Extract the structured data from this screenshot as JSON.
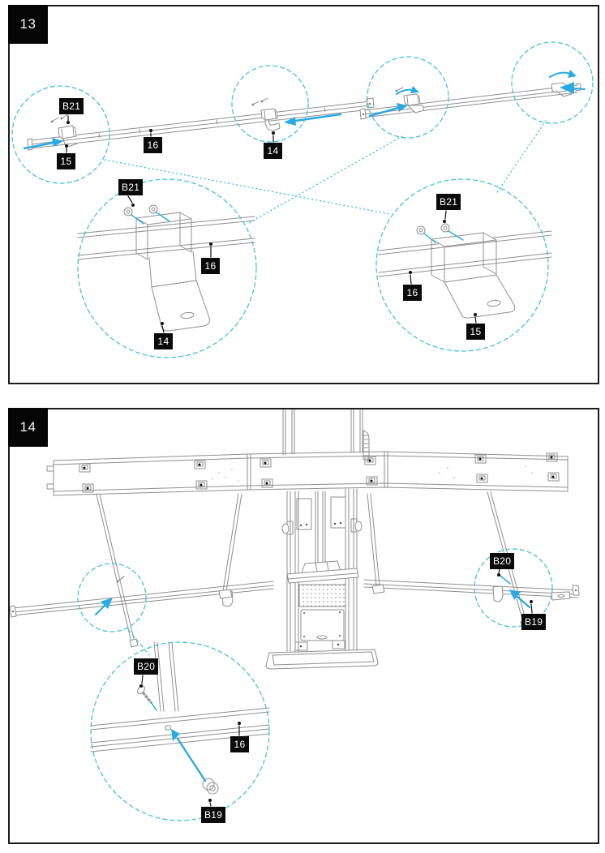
{
  "colors": {
    "arrow_accent": "#29abe2",
    "callout_dashed": "#45c2dd",
    "tag_bg": "#0a0a0a",
    "tag_text": "#ffffff",
    "line_art": "#8f8f8f",
    "panel_border": "#1c1c1c"
  },
  "icons": {
    "direction_arrow": "solid-cyan-arrow",
    "callout_circle": "dashed-circle",
    "part_pointer": "dot-leader"
  },
  "steps": [
    {
      "number": "13",
      "parts": {
        "b21_main": "B21",
        "p15_main": "15",
        "p16_main": "16",
        "p14_main": "14",
        "b21_left_detail": "B21",
        "p16_left_detail": "16",
        "p14_left_detail": "14",
        "b21_right_detail": "B21",
        "p16_right_detail": "16",
        "p15_right_detail": "15"
      }
    },
    {
      "number": "14",
      "parts": {
        "b20_main": "B20",
        "b19_main": "B19",
        "b20_detail": "B20",
        "p16_detail": "16",
        "b19_detail": "B19"
      }
    }
  ]
}
